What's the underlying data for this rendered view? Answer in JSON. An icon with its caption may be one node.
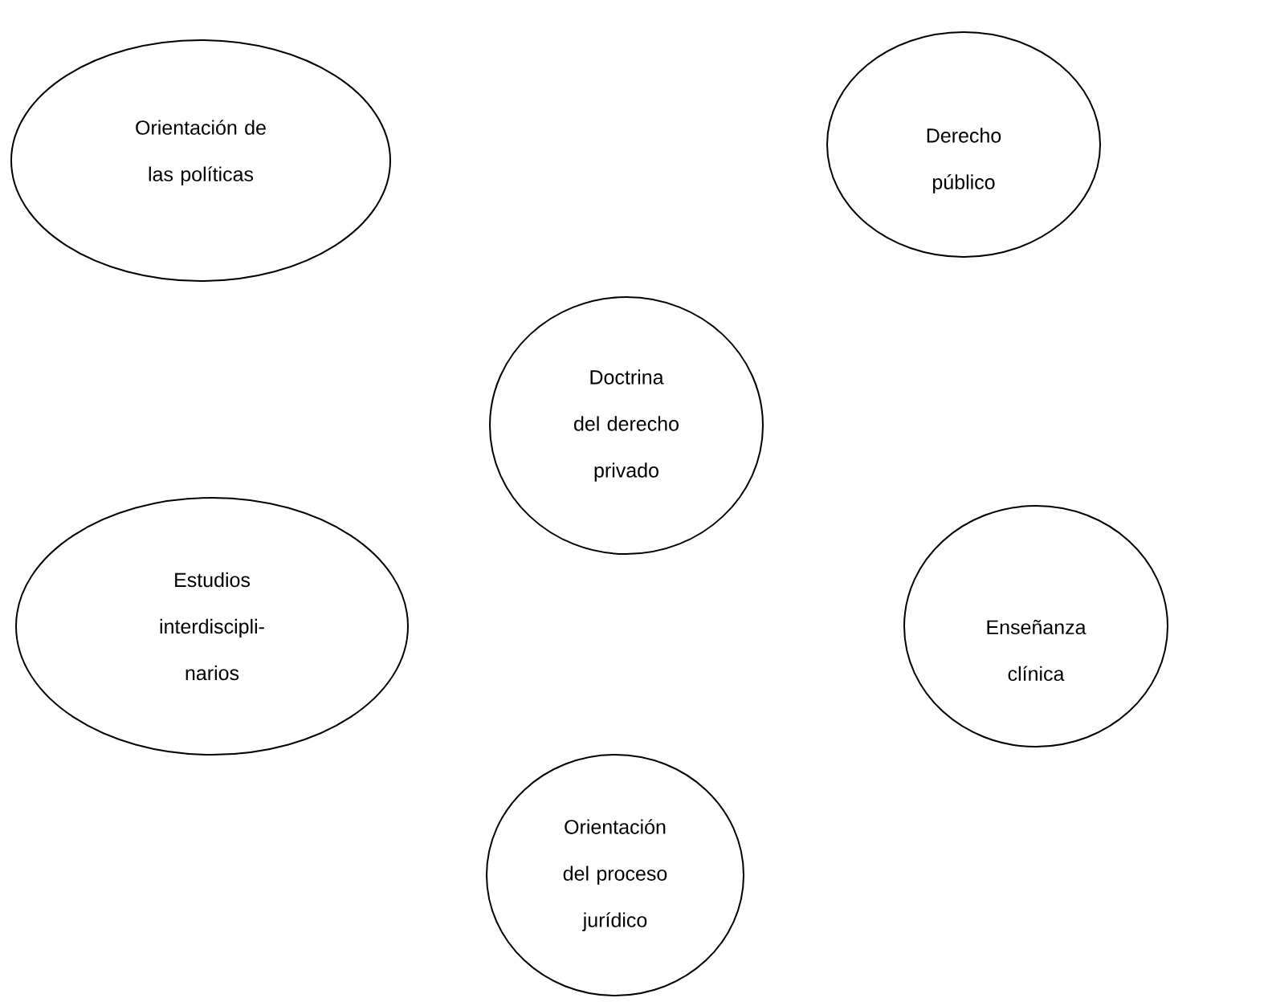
{
  "diagram": {
    "nodes": [
      {
        "text": [
          "Orientación de las políticas"
        ]
      },
      {
        "text": [
          "Derecho público"
        ]
      },
      {
        "text": [
          "Doctrina del derecho privado"
        ]
      },
      {
        "text": [
          "Estudios interdiscipli- narios"
        ]
      },
      {
        "text": [
          "Enseñanza clínica"
        ]
      },
      {
        "text": [
          "Orientación del proceso jurídico"
        ]
      }
    ]
  }
}
